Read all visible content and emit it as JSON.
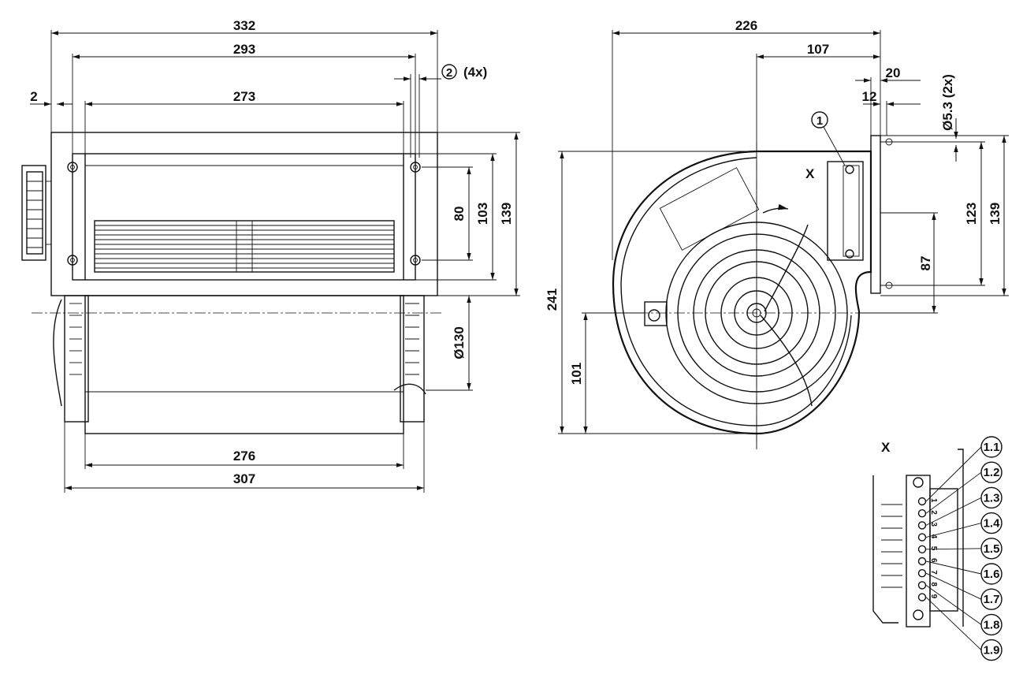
{
  "colors": {
    "line": "#111111",
    "background": "#ffffff"
  },
  "front_view": {
    "dims": {
      "w332": "332",
      "w293": "293",
      "w273": "273",
      "w2": "2",
      "screw": "2",
      "screw_qty": "(4x)",
      "h80": "80",
      "h103": "103",
      "h139": "139",
      "d130": "Ø130",
      "w276": "276",
      "w307": "307"
    }
  },
  "side_view": {
    "dims": {
      "w226": "226",
      "w107": "107",
      "w20": "20",
      "w12": "12",
      "hole": "Ø5.3 (2x)",
      "h123": "123",
      "h139": "139",
      "h87": "87",
      "h241": "241",
      "h101": "101",
      "callout": "1",
      "view_x": "X"
    }
  },
  "detail_x": {
    "title": "X",
    "pins": [
      "1",
      "2",
      "3",
      "4",
      "5",
      "6",
      "7",
      "8",
      "9"
    ],
    "callouts": [
      "1.1",
      "1.2",
      "1.3",
      "1.4",
      "1.5",
      "1.6",
      "1.7",
      "1.8",
      "1.9"
    ]
  }
}
